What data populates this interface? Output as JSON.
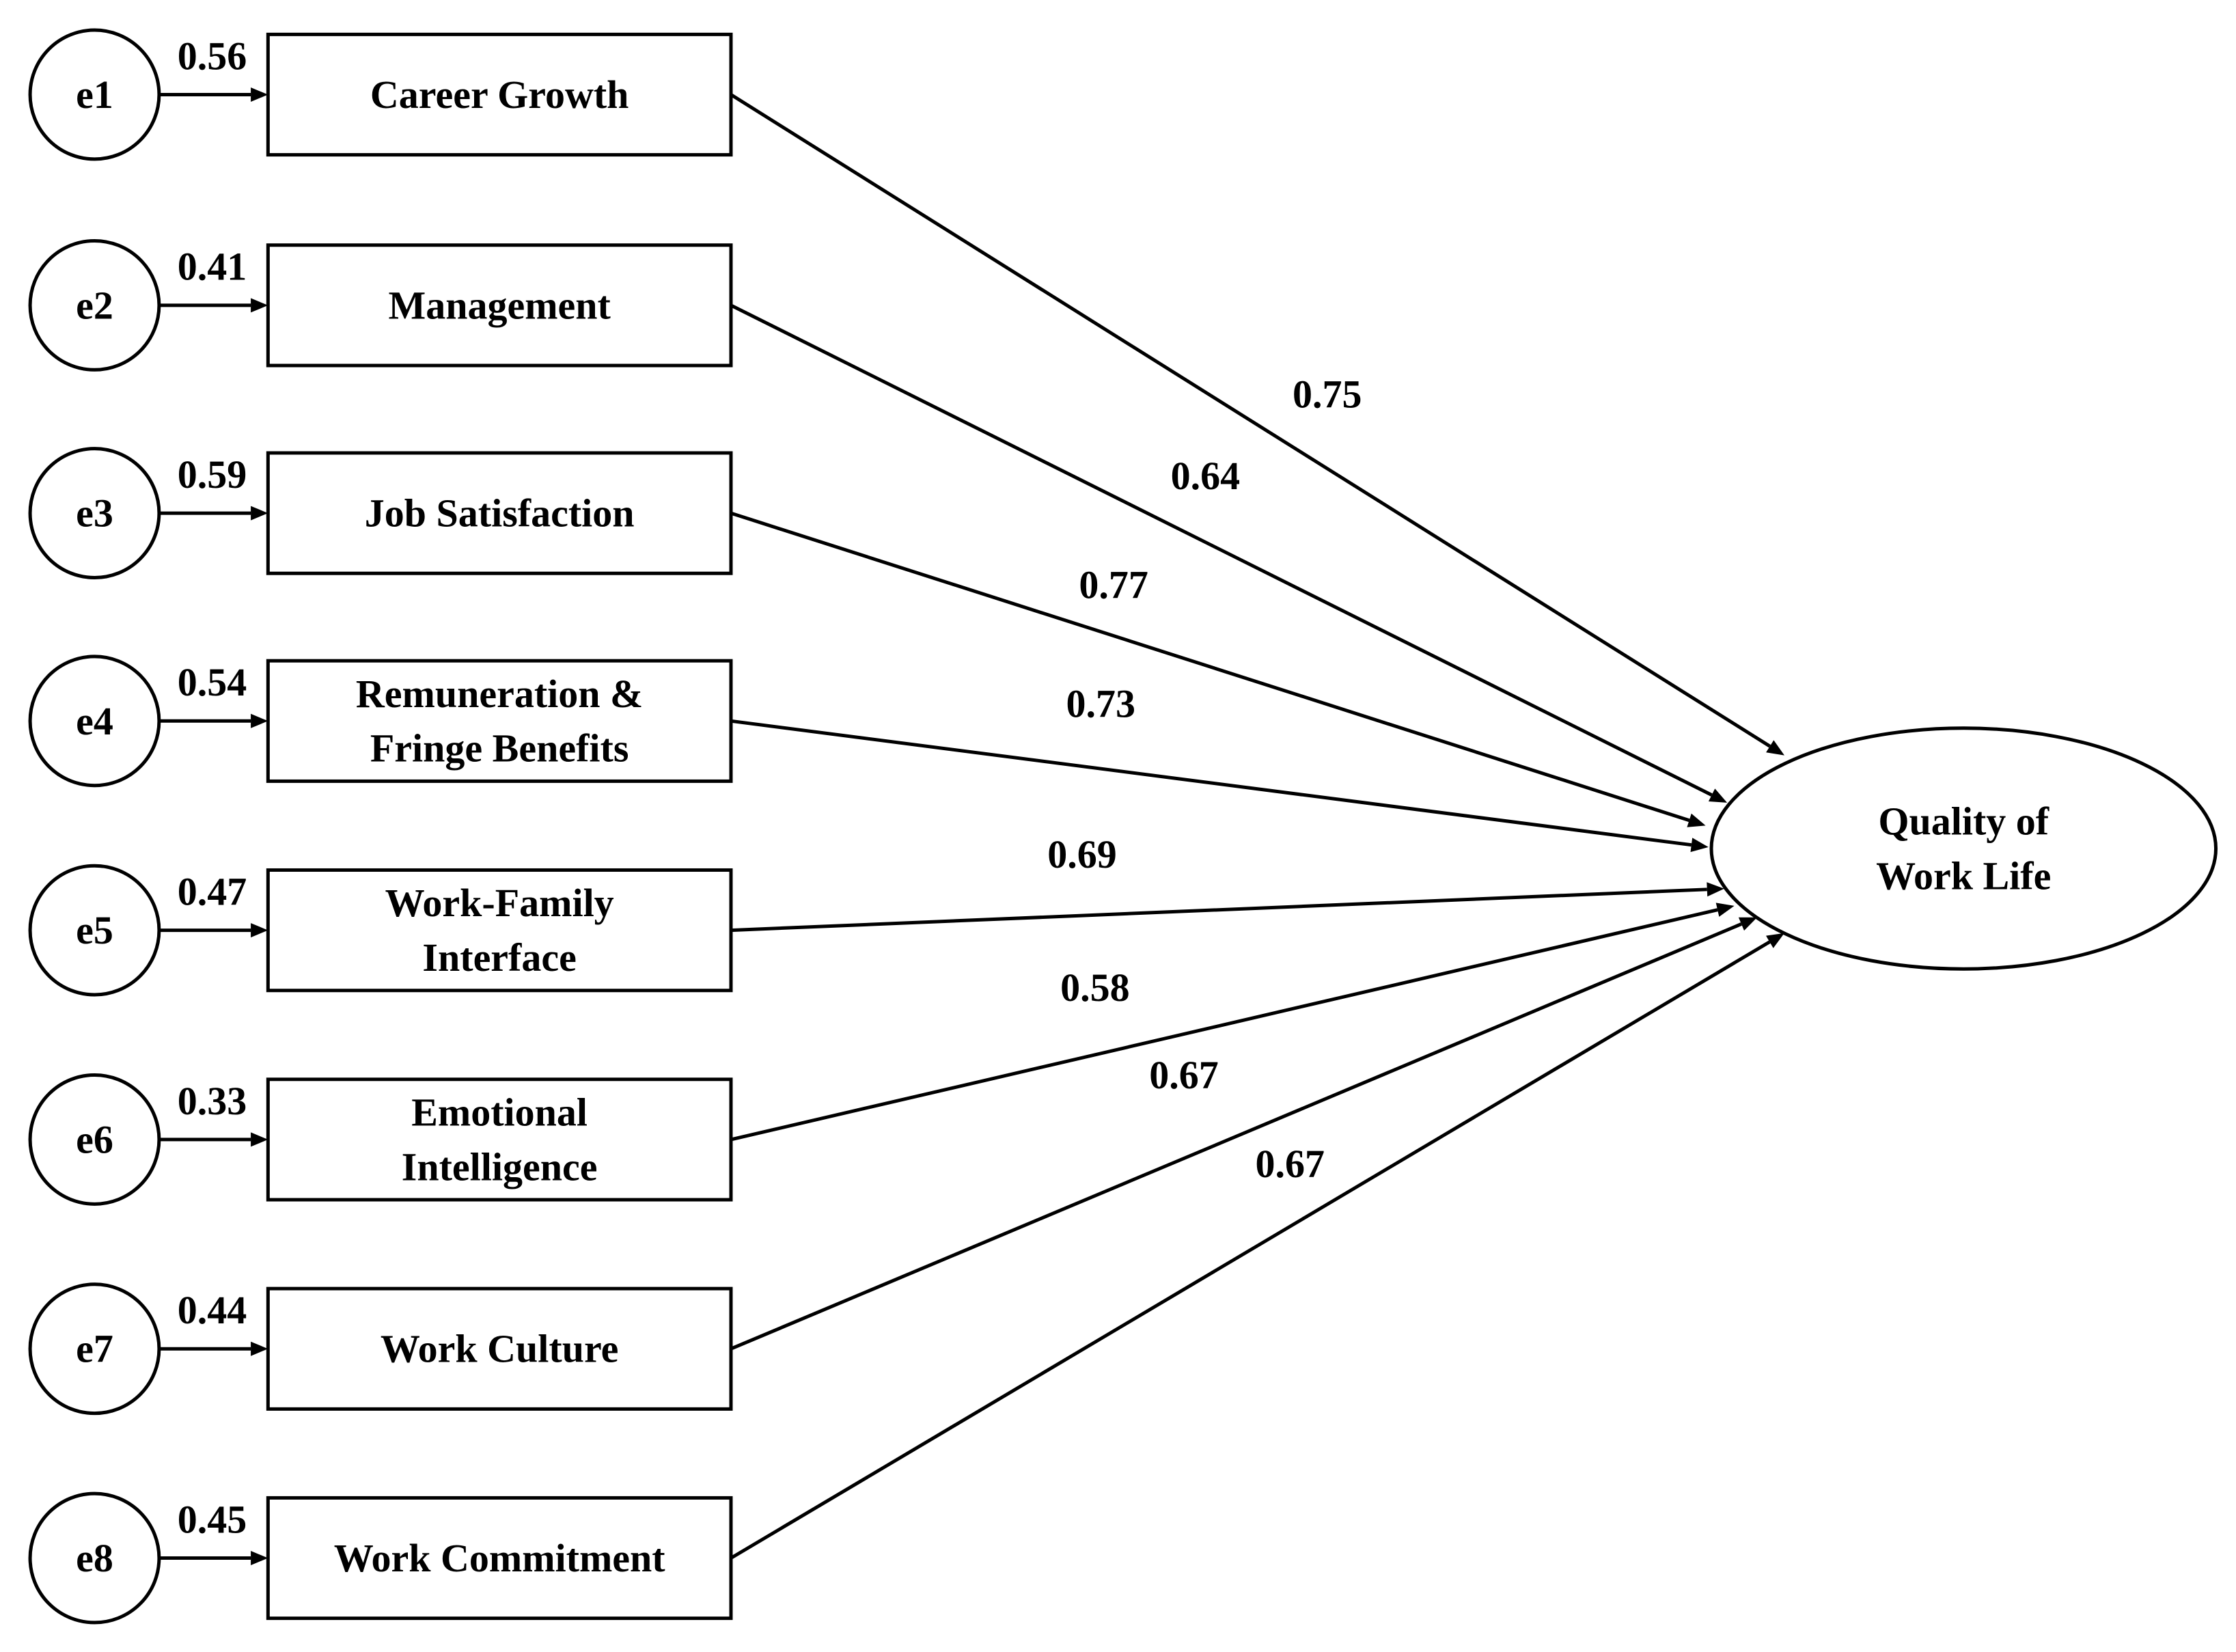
{
  "diagram": {
    "target": {
      "name": "qwl",
      "lines": [
        "Quality of",
        "Work Life"
      ]
    },
    "indicators": [
      {
        "error": "e1",
        "error_variance": "0.56",
        "lines": [
          "Career Growth"
        ],
        "loading": "0.75"
      },
      {
        "error": "e2",
        "error_variance": "0.41",
        "lines": [
          "Management"
        ],
        "loading": "0.64"
      },
      {
        "error": "e3",
        "error_variance": "0.59",
        "lines": [
          "Job Satisfaction"
        ],
        "loading": "0.77"
      },
      {
        "error": "e4",
        "error_variance": "0.54",
        "lines": [
          "Remuneration &",
          "Fringe Benefits"
        ],
        "loading": "0.73"
      },
      {
        "error": "e5",
        "error_variance": "0.47",
        "lines": [
          "Work-Family",
          "Interface"
        ],
        "loading": "0.69"
      },
      {
        "error": "e6",
        "error_variance": "0.33",
        "lines": [
          "Emotional",
          "Intelligence"
        ],
        "loading": "0.58"
      },
      {
        "error": "e7",
        "error_variance": "0.44",
        "lines": [
          "Work Culture"
        ],
        "loading": "0.67"
      },
      {
        "error": "e8",
        "error_variance": "0.45",
        "lines": [
          "Work Commitment"
        ],
        "loading": "0.67"
      }
    ]
  },
  "colors": {
    "stroke": "#000000",
    "background": "#ffffff"
  }
}
